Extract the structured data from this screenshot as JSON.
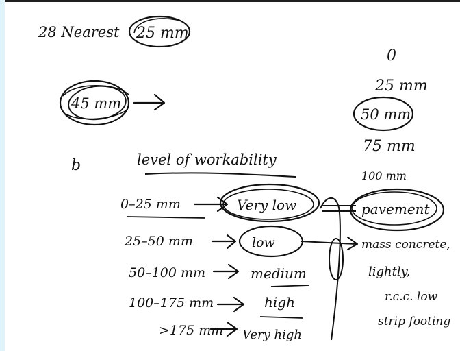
{
  "colors": {
    "ink": "#111111",
    "background": "#ffffff",
    "left_strip": "#dff3fb",
    "top_strip": "#1f1f1f"
  },
  "notes": {
    "nearest": {
      "prefix": "28 Nearest",
      "value": "25 mm"
    },
    "example_value": "45 mm",
    "arrow": "→",
    "part_label": "b"
  },
  "slump_values": [
    "0",
    "25 mm",
    "50 mm",
    "75 mm",
    "100 mm"
  ],
  "heading": "level of workability",
  "workability_table": [
    {
      "range": "0–25 mm",
      "level": "Very low"
    },
    {
      "range": "25–50 mm",
      "level": "low"
    },
    {
      "range": "50–100 mm",
      "level": "medium"
    },
    {
      "range": "100–175 mm",
      "level": "high"
    },
    {
      "range": ">175 mm",
      "level": "Very high"
    }
  ],
  "applications": {
    "pavement": "pavement",
    "mass_concrete": "mass concrete,",
    "lightly": "lightly,",
    "reinforced": "r.c.c. low",
    "strip_footing": "strip footing"
  }
}
